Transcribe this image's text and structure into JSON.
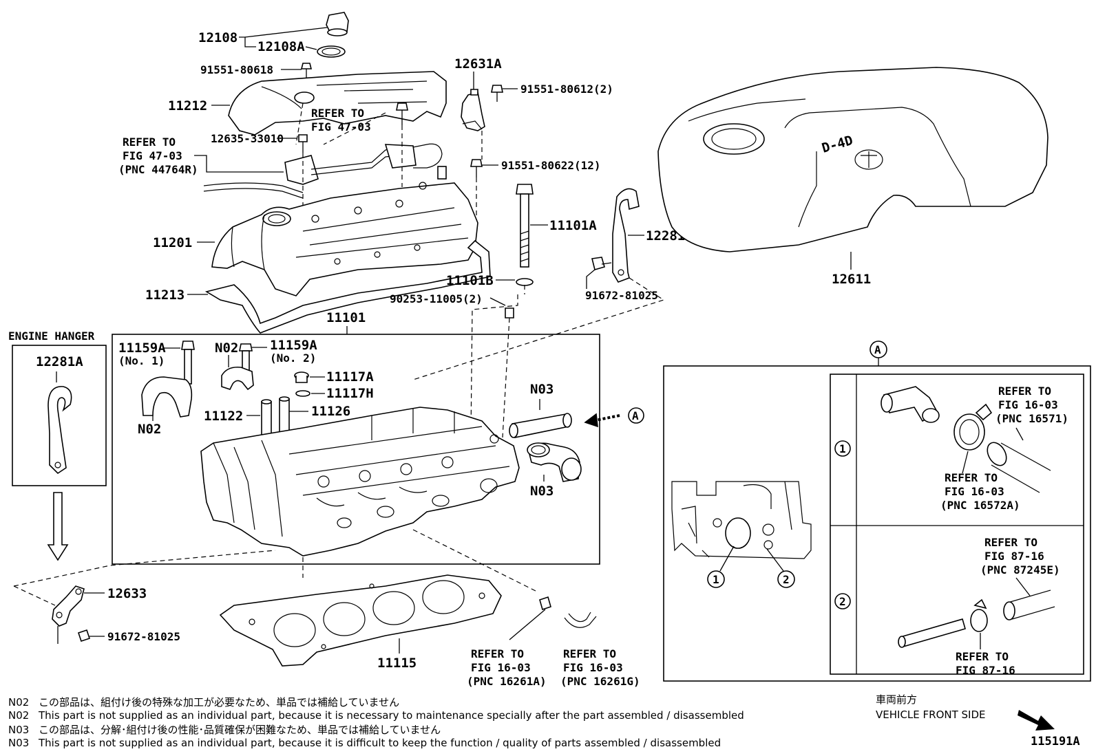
{
  "diagram": {
    "labels": {
      "p12108": "12108",
      "p12108A": "12108A",
      "p91551_80618": "91551-80618",
      "p11212": "11212",
      "p12631A": "12631A",
      "p91551_80612": "91551-80612(2)",
      "refer_47_03_a_line1": "REFER TO",
      "refer_47_03_a_line2": "FIG 47-03",
      "refer_47_03_b_line1": "REFER TO",
      "refer_47_03_b_line2": "FIG 47-03",
      "refer_47_03_b_line3": "(PNC 44764R)",
      "p12635_33010": "12635-33010",
      "p91551_80622": "91551-80622(12)",
      "p11101A": "11101A",
      "p12281A": "12281A",
      "p11201": "11201",
      "p11213": "11213",
      "p11101B": "11101B",
      "p90253_11005": "90253-11005(2)",
      "p91672_81025_top": "91672-81025",
      "p12611": "12611",
      "p11101": "11101",
      "engine_hanger": "ENGINE HANGER",
      "hanger_12281A": "12281A",
      "p11159A_1": "11159A",
      "no1": "(No. 1)",
      "n02_a": "N02",
      "p11159A_2": "11159A",
      "no2": "(No. 2)",
      "p11117A": "11117A",
      "p11117H": "11117H",
      "p11122": "11122",
      "p11126": "11126",
      "n02_b": "N02",
      "n03_a": "N03",
      "n03_b": "N03",
      "callout_a": "A",
      "p12633": "12633",
      "p91672_81025_bottom": "91672-81025",
      "p11115": "11115",
      "refer_16_03_a_line1": "REFER TO",
      "refer_16_03_a_line2": "FIG 16-03",
      "refer_16_03_a_line3": "(PNC 16261A)",
      "refer_16_03_b_line1": "REFER TO",
      "refer_16_03_b_line2": "FIG 16-03",
      "refer_16_03_b_line3": "(PNC 16261G)",
      "detail_a": "A",
      "detail_1": "1",
      "detail_2": "2",
      "row1_num": "1",
      "row2_num": "2",
      "refer_16571_line1": "REFER TO",
      "refer_16571_line2": "FIG 16-03",
      "refer_16571_line3": "(PNC 16571)",
      "refer_16572A_line1": "REFER TO",
      "refer_16572A_line2": "FIG 16-03",
      "refer_16572A_line3": "(PNC 16572A)",
      "refer_87245E_line1": "REFER TO",
      "refer_87245E_line2": "FIG 87-16",
      "refer_87245E_line3": "(PNC 87245E)",
      "refer_87_16_line1": "REFER TO",
      "refer_87_16_line2": "FIG 87-16",
      "logo_text": "D-4D"
    }
  },
  "notes": [
    {
      "code": "N02",
      "text": "この部品は、組付け後の特殊な加工が必要なため、単品では補給していません"
    },
    {
      "code": "N02",
      "text": "This part is not supplied as an individual part, because it is necessary to maintenance specially after the part assembled / disassembled"
    },
    {
      "code": "N03",
      "text": "この部品は、分解･組付け後の性能･品質確保が困難なため、単品では補給していません"
    },
    {
      "code": "N03",
      "text": "This part is not supplied as an individual part, because it is difficult to keep the function / quality of parts  assembled / disassembled"
    }
  ],
  "front": {
    "jp": "車両前方",
    "en": "VEHICLE FRONT SIDE"
  },
  "illustration_no": "115191A"
}
